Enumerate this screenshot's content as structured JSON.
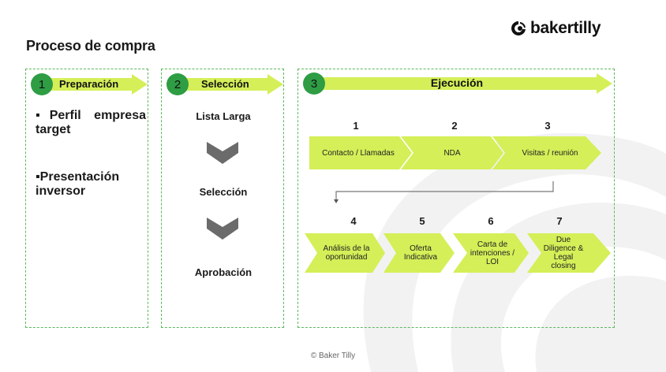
{
  "header": {
    "title": "Proceso de compra",
    "logo_text": "bakertilly"
  },
  "colors": {
    "accent_green": "#d4ef58",
    "badge_green": "#2e9d44",
    "border_green": "#5cb85c",
    "chevron_gray": "#6b6b6b",
    "watermark_gray": "#f2f2f2"
  },
  "phases": [
    {
      "number": "1",
      "label": "Preparación",
      "bullets": [
        "▪Perfil empresa target",
        "▪Presentación inversor"
      ]
    },
    {
      "number": "2",
      "label": "Selección",
      "steps": [
        "Lista Larga",
        "Selección",
        "Aprobación"
      ]
    },
    {
      "number": "3",
      "label": "Ejecución",
      "row1": [
        {
          "number": "1",
          "label": "Contacto / Llamadas"
        },
        {
          "number": "2",
          "label": "NDA"
        },
        {
          "number": "3",
          "label": "Visitas / reunión"
        }
      ],
      "row2": [
        {
          "number": "4",
          "label": "Análisis de la oportunidad"
        },
        {
          "number": "5",
          "label": "Oferta Indicativa"
        },
        {
          "number": "6",
          "label": "Carta de intenciones / LOI"
        },
        {
          "number": "7",
          "label": "Due Diligence & Legal closing"
        }
      ]
    }
  ],
  "footer": {
    "copyright": "© Baker Tilly"
  }
}
